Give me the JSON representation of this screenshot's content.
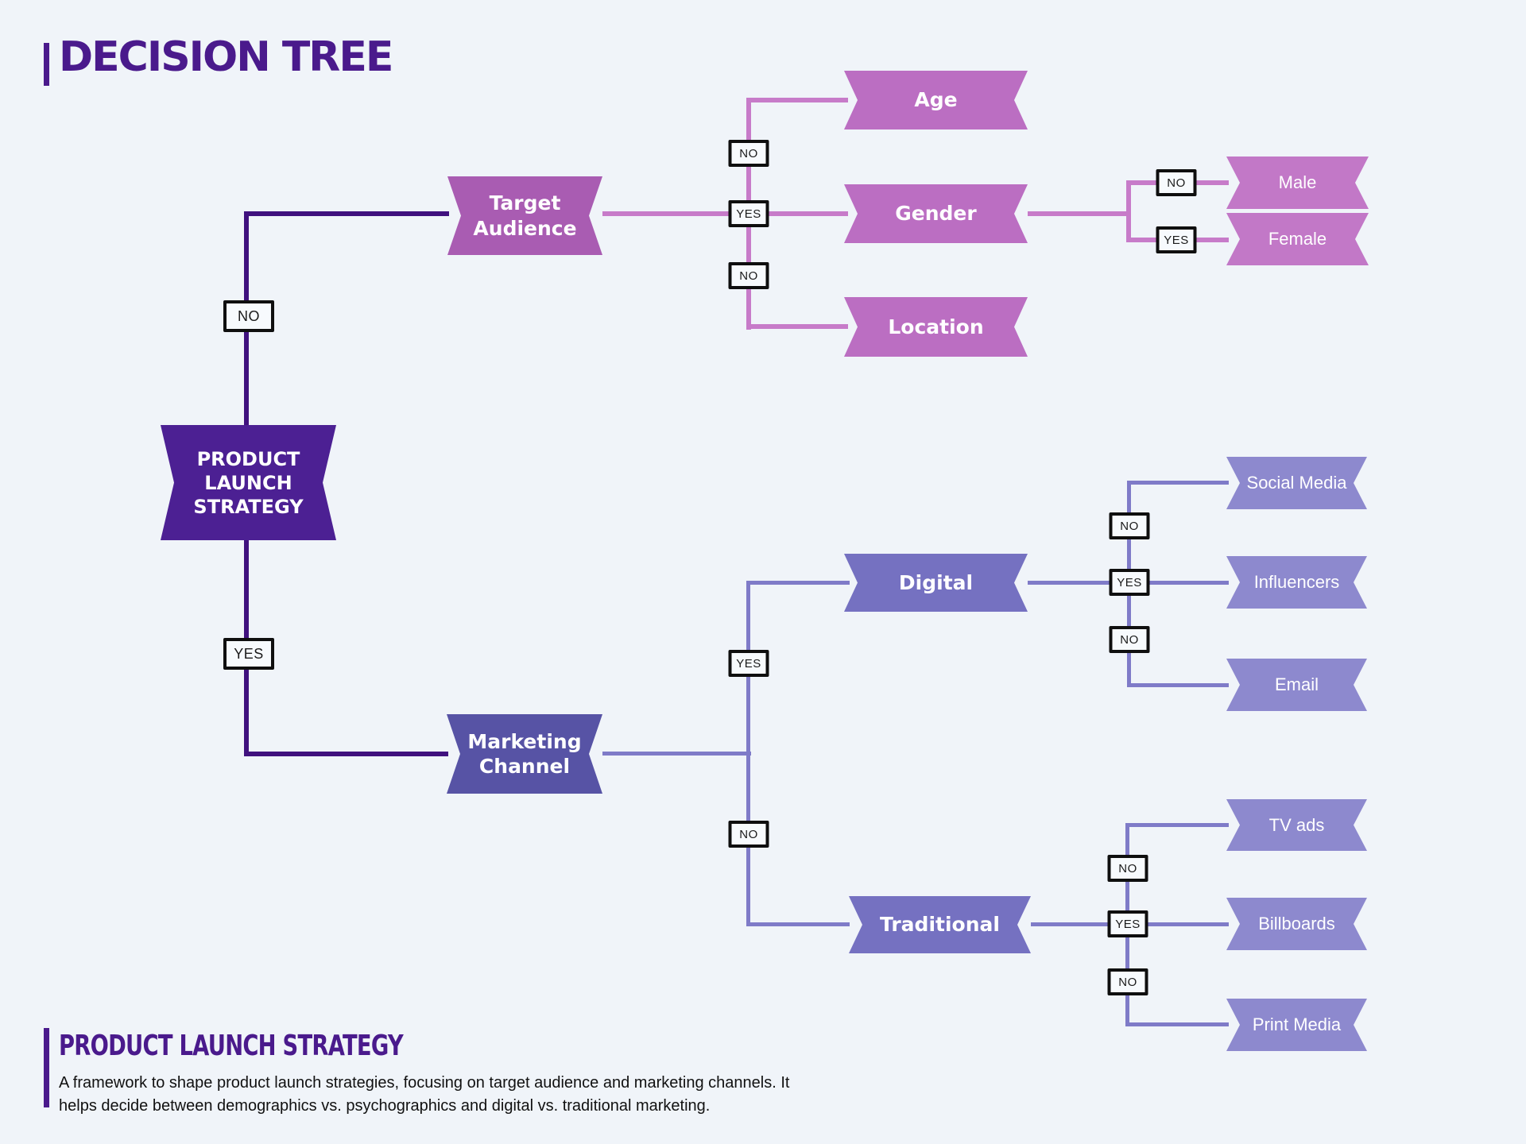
{
  "title": "DECISION TREE",
  "tree": {
    "root": {
      "label": "PRODUCT LAUNCH STRATEGY"
    },
    "branches": [
      {
        "edge": "NO",
        "label": "Target Audience",
        "children": [
          {
            "edge": "NO",
            "label": "Age"
          },
          {
            "edge": "YES",
            "label": "Gender",
            "children": [
              {
                "edge": "NO",
                "label": "Male"
              },
              {
                "edge": "YES",
                "label": "Female"
              }
            ]
          },
          {
            "edge": "NO",
            "label": "Location"
          }
        ]
      },
      {
        "edge": "YES",
        "label": "Marketing Channel",
        "children": [
          {
            "edge": "YES",
            "label": "Digital",
            "children": [
              {
                "edge": "NO",
                "label": "Social Media"
              },
              {
                "edge": "YES",
                "label": "Influencers"
              },
              {
                "edge": "NO",
                "label": "Email"
              }
            ]
          },
          {
            "edge": "NO",
            "label": "Traditional",
            "children": [
              {
                "edge": "NO",
                "label": "TV ads"
              },
              {
                "edge": "YES",
                "label": "Billboards"
              },
              {
                "edge": "NO",
                "label": "Print Media"
              }
            ]
          }
        ]
      }
    ]
  },
  "footer": {
    "heading": "PRODUCT LAUNCH STRATEGY",
    "description": "A framework to shape product launch strategies, focusing on target audience and marketing channels. It helps decide between demographics vs. psychographics and digital vs. traditional marketing."
  },
  "colors": {
    "background": "#f0f4f9",
    "accent_dark_purple": "#4a1a8c",
    "root_fill": "#4c2093",
    "target_audience_fill": "#a95cb2",
    "orchid_fill": "#bb6ec2",
    "marketing_channel_fill": "#5753a5",
    "indigo_fill": "#7571c1",
    "leaf_fill": "#8d89ce",
    "line_dark": "#40117e",
    "line_pink": "#c77bc9",
    "line_slate": "#7f7bc8"
  }
}
